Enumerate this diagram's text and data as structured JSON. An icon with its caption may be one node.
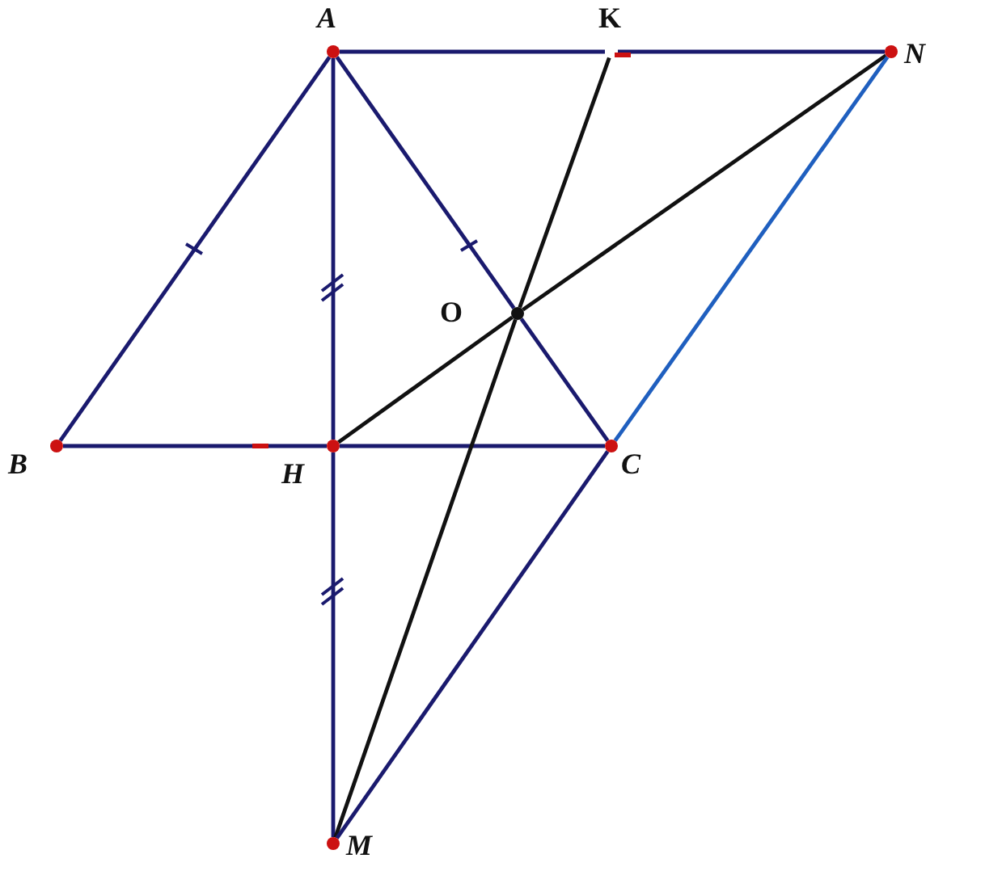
{
  "diagram": {
    "nodes": [
      {
        "text": [
          "A"
        ]
      },
      {
        "text": [
          "K"
        ]
      },
      {
        "text": [
          "N"
        ]
      },
      {
        "text": [
          "O"
        ]
      },
      {
        "text": [
          "B"
        ]
      },
      {
        "text": [
          "H"
        ]
      },
      {
        "text": [
          "C"
        ]
      },
      {
        "text": [
          "M"
        ]
      }
    ],
    "edges": [
      {
        "from": 0,
        "to": 1,
        "arrow": "none"
      },
      {
        "from": 1,
        "to": 2,
        "arrow": "none"
      },
      {
        "from": 0,
        "to": 4,
        "arrow": "none"
      },
      {
        "from": 0,
        "to": 5,
        "arrow": "none"
      },
      {
        "from": 5,
        "to": 7,
        "arrow": "none"
      },
      {
        "from": 4,
        "to": 5,
        "arrow": "none"
      },
      {
        "from": 5,
        "to": 6,
        "arrow": "none"
      },
      {
        "from": 0,
        "to": 3,
        "arrow": "none"
      },
      {
        "from": 3,
        "to": 6,
        "arrow": "none"
      },
      {
        "from": 5,
        "to": 3,
        "arrow": "none",
        "color": "#111111"
      },
      {
        "from": 3,
        "to": 2,
        "arrow": "none",
        "color": "#111111"
      },
      {
        "from": 1,
        "to": 3,
        "arrow": "none",
        "color": "#111111"
      },
      {
        "from": 3,
        "to": 7,
        "arrow": "none",
        "color": "#111111"
      },
      {
        "from": 6,
        "to": 7,
        "arrow": "none"
      },
      {
        "from": 6,
        "to": 2,
        "arrow": "none",
        "color": "#1f5fbf"
      }
    ]
  }
}
